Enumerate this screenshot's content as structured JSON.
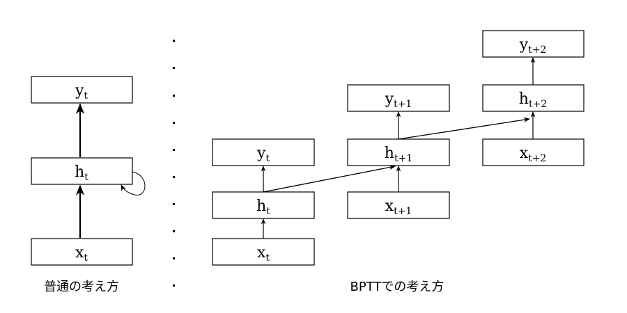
{
  "normal": {
    "caption": "普通の考え方",
    "nodes": {
      "y": {
        "base": "y",
        "sub": "t"
      },
      "h": {
        "base": "h",
        "sub": "t"
      },
      "x": {
        "base": "x",
        "sub": "t"
      }
    }
  },
  "bptt": {
    "caption": "BPTTでの考え方",
    "steps": [
      {
        "y": {
          "base": "y",
          "sub": "t"
        },
        "h": {
          "base": "h",
          "sub": "t"
        },
        "x": {
          "base": "x",
          "sub": "t"
        }
      },
      {
        "y": {
          "base": "y",
          "sub": "t+1"
        },
        "h": {
          "base": "h",
          "sub": "t+1"
        },
        "x": {
          "base": "x",
          "sub": "t+1"
        }
      },
      {
        "y": {
          "base": "y",
          "sub": "t+2"
        },
        "h": {
          "base": "h",
          "sub": "t+2"
        },
        "x": {
          "base": "x",
          "sub": "t+2"
        }
      }
    ]
  }
}
